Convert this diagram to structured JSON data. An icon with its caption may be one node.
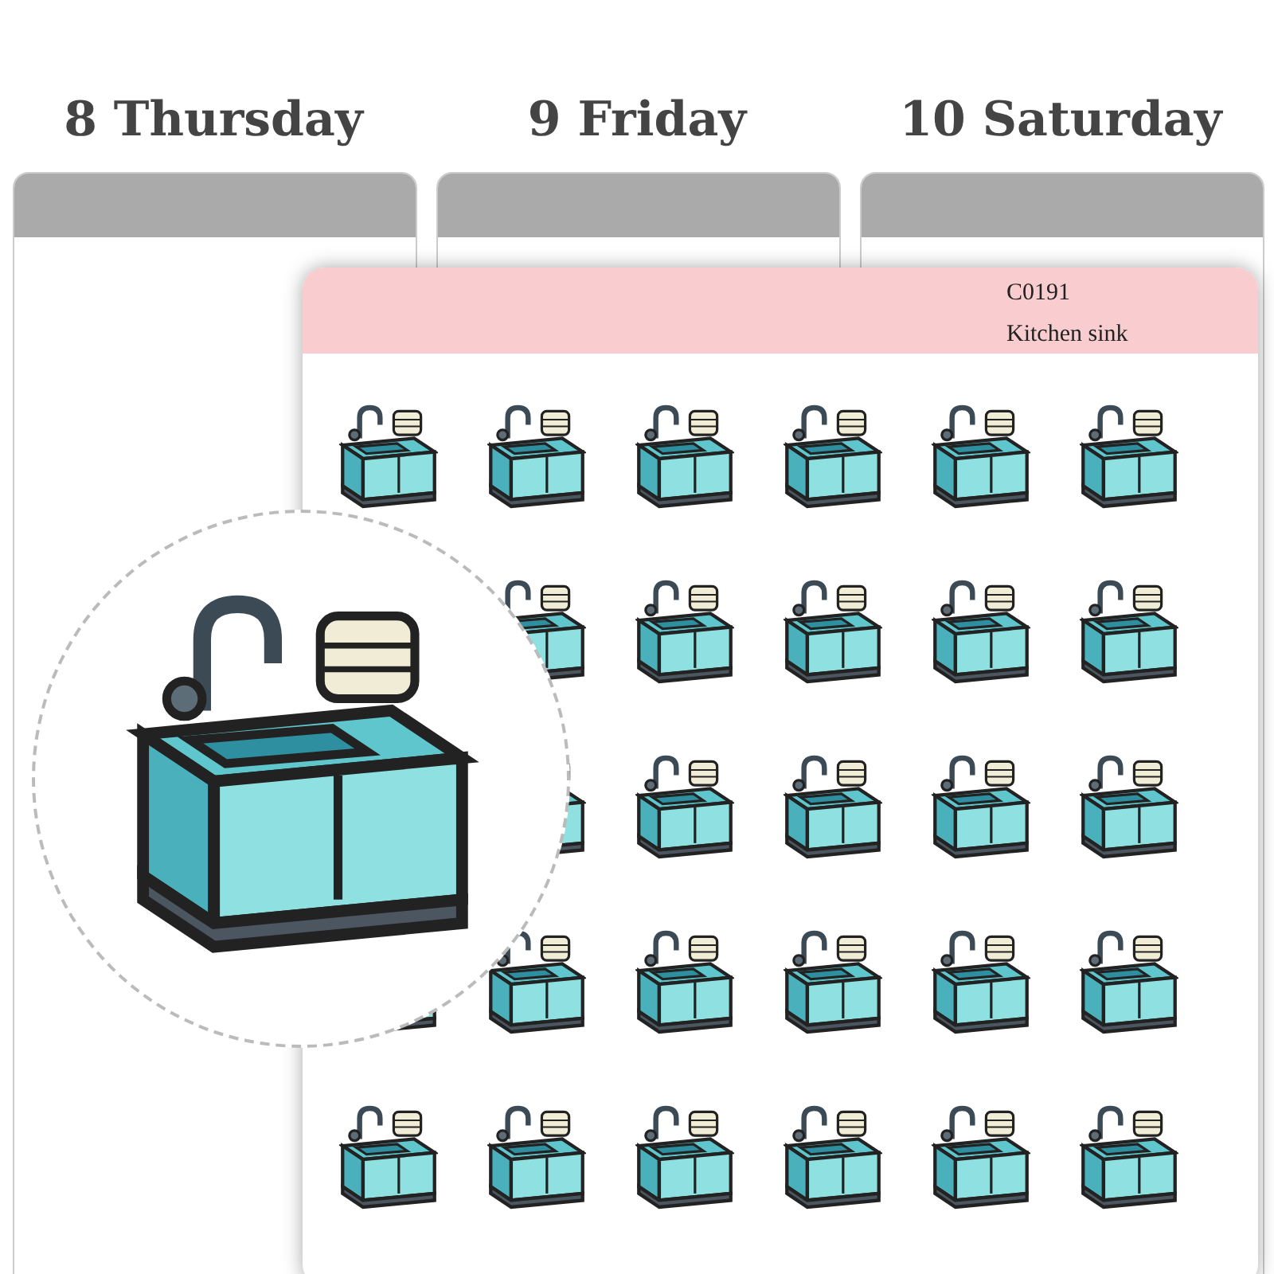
{
  "diagram": {
    "labels": [
      "8 Thursday",
      "9 Friday",
      "10 Saturday",
      "C0191",
      "Kitchen sink"
    ]
  }
}
